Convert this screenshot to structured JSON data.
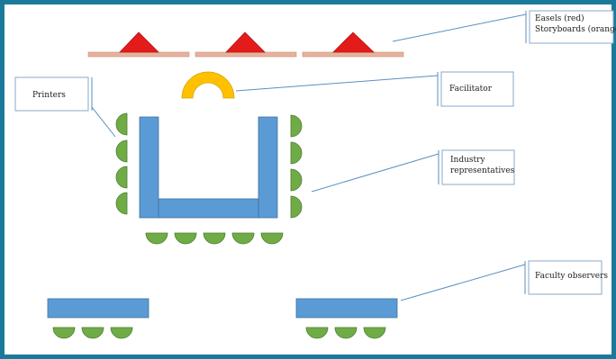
{
  "colors": {
    "frame": "#1b7a9c",
    "easel_triangle": "#e31b1b",
    "storyboard": "#e8b29c",
    "table": "#5b9bd5",
    "chair": "#6fac46",
    "facilitator": "#ffc000",
    "leader_line": "#5b8fbf",
    "callout_border": "#8aa9c7"
  },
  "callouts": {
    "easels": {
      "line1": "Easels (red)",
      "line2": "Storyboards (orange)"
    },
    "printers": {
      "text": "Printers"
    },
    "facilitator": {
      "text": "Facilitator"
    },
    "industry": {
      "line1": "Industry",
      "line2": "representatives"
    },
    "faculty": {
      "text": "Faculty observers"
    }
  }
}
